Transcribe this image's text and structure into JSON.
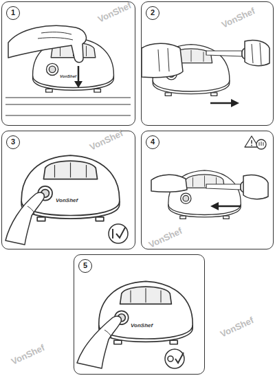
{
  "diagram": {
    "nodes": [
      {
        "text": [
          "1"
        ]
      },
      {
        "text": [
          "2"
        ]
      },
      {
        "text": [
          "3"
        ]
      },
      {
        "text": [
          "4"
        ]
      },
      {
        "text": [
          "5"
        ]
      }
    ],
    "labels": [
      "VonShef",
      "VonShef",
      "VonShef",
      "VonShef",
      "VonShef",
      "VonShef",
      "VonShef",
      "VonShef",
      "VonShef"
    ]
  }
}
